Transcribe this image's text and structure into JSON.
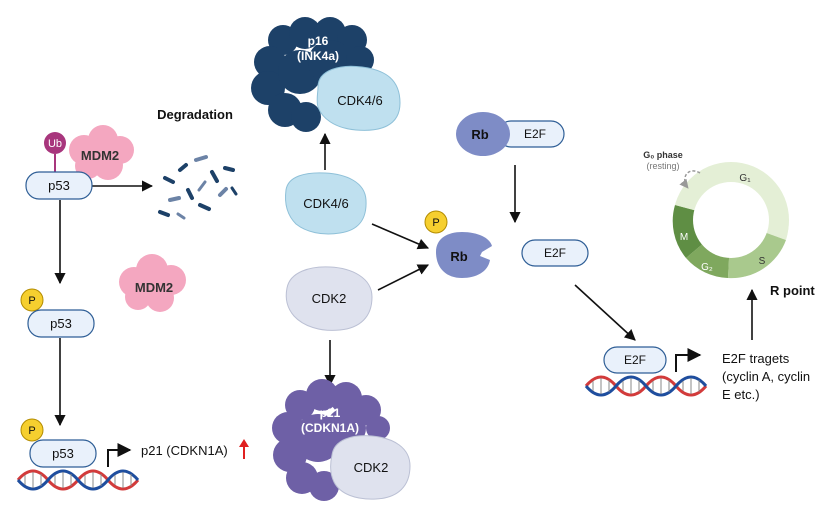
{
  "labels": {
    "degradation": "Degradation",
    "ub": "Ub",
    "mdm2_bound": "MDM2",
    "p53_top": "p53",
    "mdm2_free": "MDM2",
    "p_phos1": "P",
    "p53_phos": "p53",
    "p_phos2": "P",
    "p53_dna": "p53",
    "p21_gene_text": "p21 (CDKN1A)",
    "p16_line1": "p16",
    "p16_line2": "(INK4a)",
    "cdk46_complex": "CDK4/6",
    "cdk46_free": "CDK4/6",
    "cdk2_free": "CDK2",
    "p21_line1": "p21",
    "p21_line2": "(CDKN1A)",
    "cdk2_complex": "CDK2",
    "rb_bound": "Rb",
    "e2f_bound": "E2F",
    "p_rb": "P",
    "rb_phos": "Rb",
    "e2f_free": "E2F",
    "e2f_dna": "E2F",
    "e2f_targets_line1": "E2F tragets",
    "e2f_targets_line2": "(cyclin A, cyclin",
    "e2f_targets_line3": "E etc.)",
    "g0_line1": "G₀ phase",
    "g0_line2": "(resting)",
    "g1": "G₁",
    "m": "M",
    "g2": "G₂",
    "s": "S",
    "r_point": "R point"
  },
  "colors": {
    "ub": "#a8367d",
    "mdm2": "#f4a7c0",
    "pill_fill": "#e9f1fb",
    "pill_stroke": "#2e5e96",
    "phospho": "#f6cf2f",
    "p16": "#1d4168",
    "cdk46": "#bfe0ef",
    "cdk2": "#dfe2ee",
    "p21": "#6e60a6",
    "rb": "#7e8cc6",
    "dna_red": "#d23b3b",
    "dna_blue": "#1f4e9e",
    "cycle_light": "#e4efd6",
    "cycle_mid": "#a9c98d",
    "cycle_dark": "#5f8e44",
    "up_arrow": "#e02020"
  }
}
